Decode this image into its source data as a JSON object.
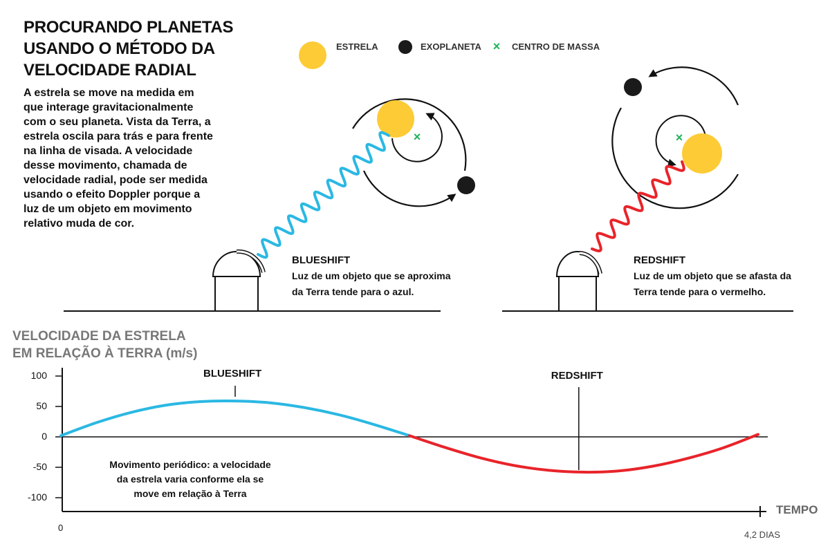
{
  "title_lines": [
    "PROCURANDO PLANETAS",
    "USANDO O MÉTODO DA",
    "VELOCIDADE RADIAL"
  ],
  "description_lines": [
    "A estrela se move na medida em",
    "que interage gravitacionalmente",
    "com o seu planeta. Vista da Terra, a",
    "estrela oscila para trás e para frente",
    "na linha de visada. A velocidade",
    "desse movimento, chamada de",
    "velocidade radial, pode ser medida",
    "usando o efeito Doppler porque a",
    "luz de um objeto em movimento",
    "relativo muda de cor."
  ],
  "legend": {
    "star": "ESTRELA",
    "planet": "EXOPLANETA",
    "center_of_mass": "CENTRO DE MASSA",
    "center_mark": "×"
  },
  "blueshift": {
    "title": "BLUESHIFT",
    "desc_lines": [
      "Luz de um objeto que se aproxima",
      "da Terra tende para o azul."
    ]
  },
  "redshift": {
    "title": "REDSHIFT",
    "desc_lines": [
      "Luz de um objeto que se afasta da",
      "Terra tende para o vermelho."
    ]
  },
  "colors": {
    "star": "#fdcb36",
    "planet": "#1a1a1a",
    "center_of_mass": "#1fb35b",
    "blue": "#2bb8e3",
    "red": "#e8242a",
    "axis": "#111111",
    "label_gray": "#777777"
  },
  "chart_data": {
    "type": "line",
    "title": "",
    "ylabel_lines": [
      "VELOCIDADE DA ESTRELA",
      "EM RELAÇÃO À TERRA (m/s)"
    ],
    "xlabel": "TEMPO",
    "x_start_label": "0",
    "x_end_label": "4,2 DIAS",
    "xlim": [
      0,
      4.2
    ],
    "ylim": [
      -100,
      100
    ],
    "yticks": [
      100,
      50,
      0,
      -50,
      -100
    ],
    "ytick_labels": [
      "100",
      "50",
      "0",
      "-50",
      "-100"
    ],
    "series": [
      {
        "color": "#2bb8e3",
        "x": [
          0,
          0.21,
          0.42,
          0.63,
          0.84,
          1.05,
          1.26,
          1.47,
          1.68,
          1.89,
          2.1
        ],
        "y": [
          2,
          23,
          40,
          52,
          58,
          59,
          56,
          48,
          36,
          20,
          2
        ]
      },
      {
        "color": "#e8242a",
        "x": [
          2.1,
          2.31,
          2.52,
          2.73,
          2.94,
          3.15,
          3.36,
          3.57,
          3.78,
          3.99,
          4.2
        ],
        "y": [
          2,
          -17,
          -34,
          -47,
          -55,
          -58,
          -56,
          -48,
          -35,
          -18,
          4
        ]
      }
    ],
    "annotations": [
      {
        "label": "BLUESHIFT",
        "x": 1.05,
        "y": 60
      },
      {
        "label": "REDSHIFT",
        "x": 3.12,
        "y": -50
      }
    ],
    "note_lines": [
      "Movimento periódico: a velocidade",
      "da estrela varia conforme ela se",
      "move em relação à Terra"
    ]
  }
}
